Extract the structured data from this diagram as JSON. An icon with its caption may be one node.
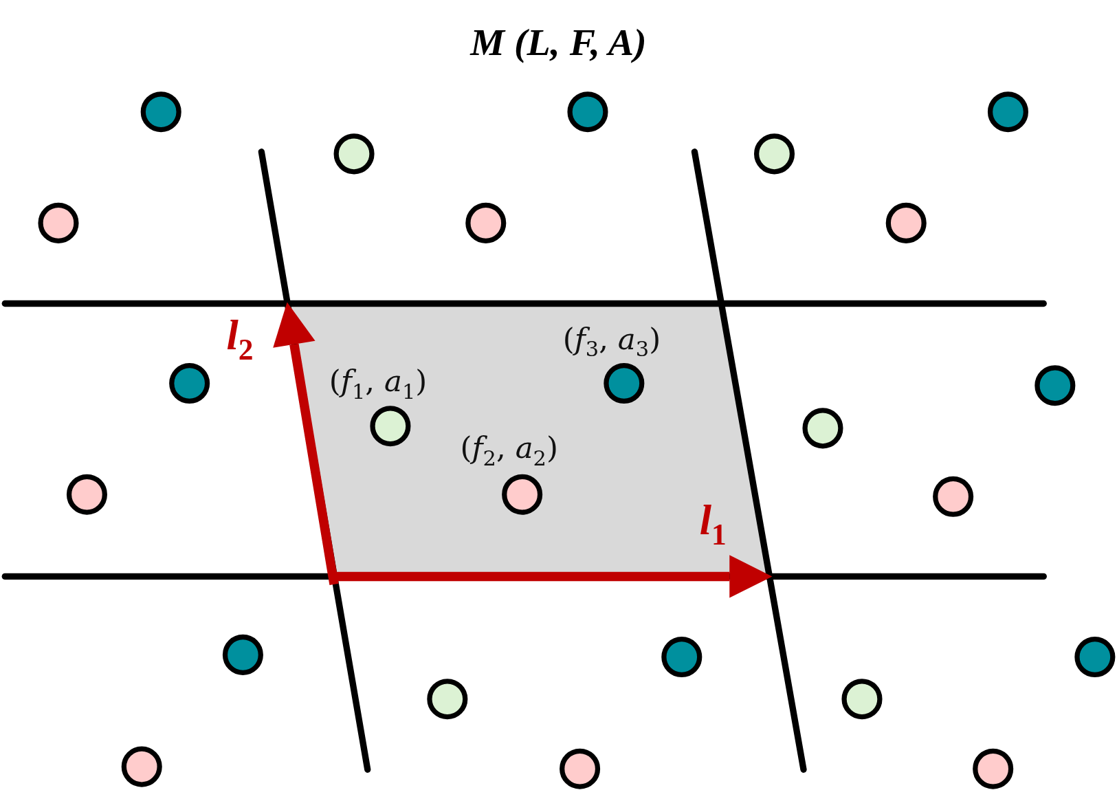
{
  "diagram": {
    "title": "M (L, F, A)",
    "labels": [
      "l$_{2}$",
      "(*f*$_{3}$, *a*$_{3}$)",
      "(*f*$_{1}$, *a*$_{1}$)",
      "(*f*$_{2}$, *a*$_{2}$)",
      "l$_{1}$"
    ]
  }
}
